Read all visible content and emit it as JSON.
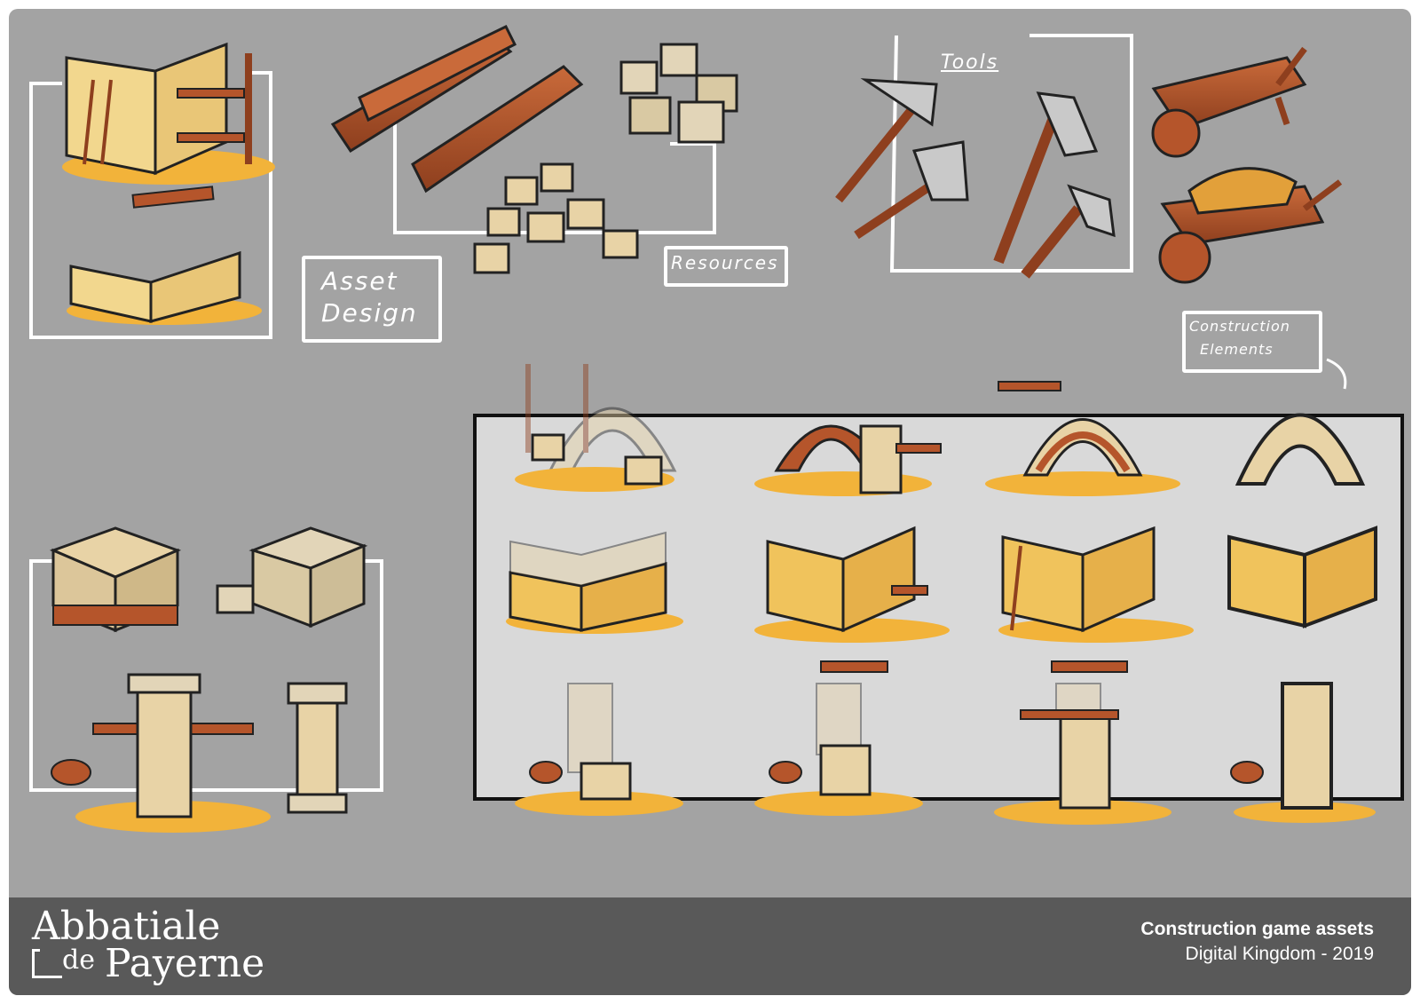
{
  "labels": {
    "asset_design_line1": "Asset",
    "asset_design_line2": "Design",
    "resources": "Resources",
    "tools": "Tools",
    "construction_line1": "Construction",
    "construction_line2": "Elements"
  },
  "footer": {
    "logo_line1": "Abbatiale",
    "logo_de": "de",
    "logo_line2": "Payerne",
    "title": "Construction game assets",
    "subtitle": "Digital Kingdom - 2019"
  },
  "colors": {
    "background": "#a3a3a3",
    "footer": "#595959",
    "panel": "#d9d9d9",
    "wood": "#b5552b",
    "stone": "#e8d3a6",
    "sand": "#f2b33a"
  }
}
